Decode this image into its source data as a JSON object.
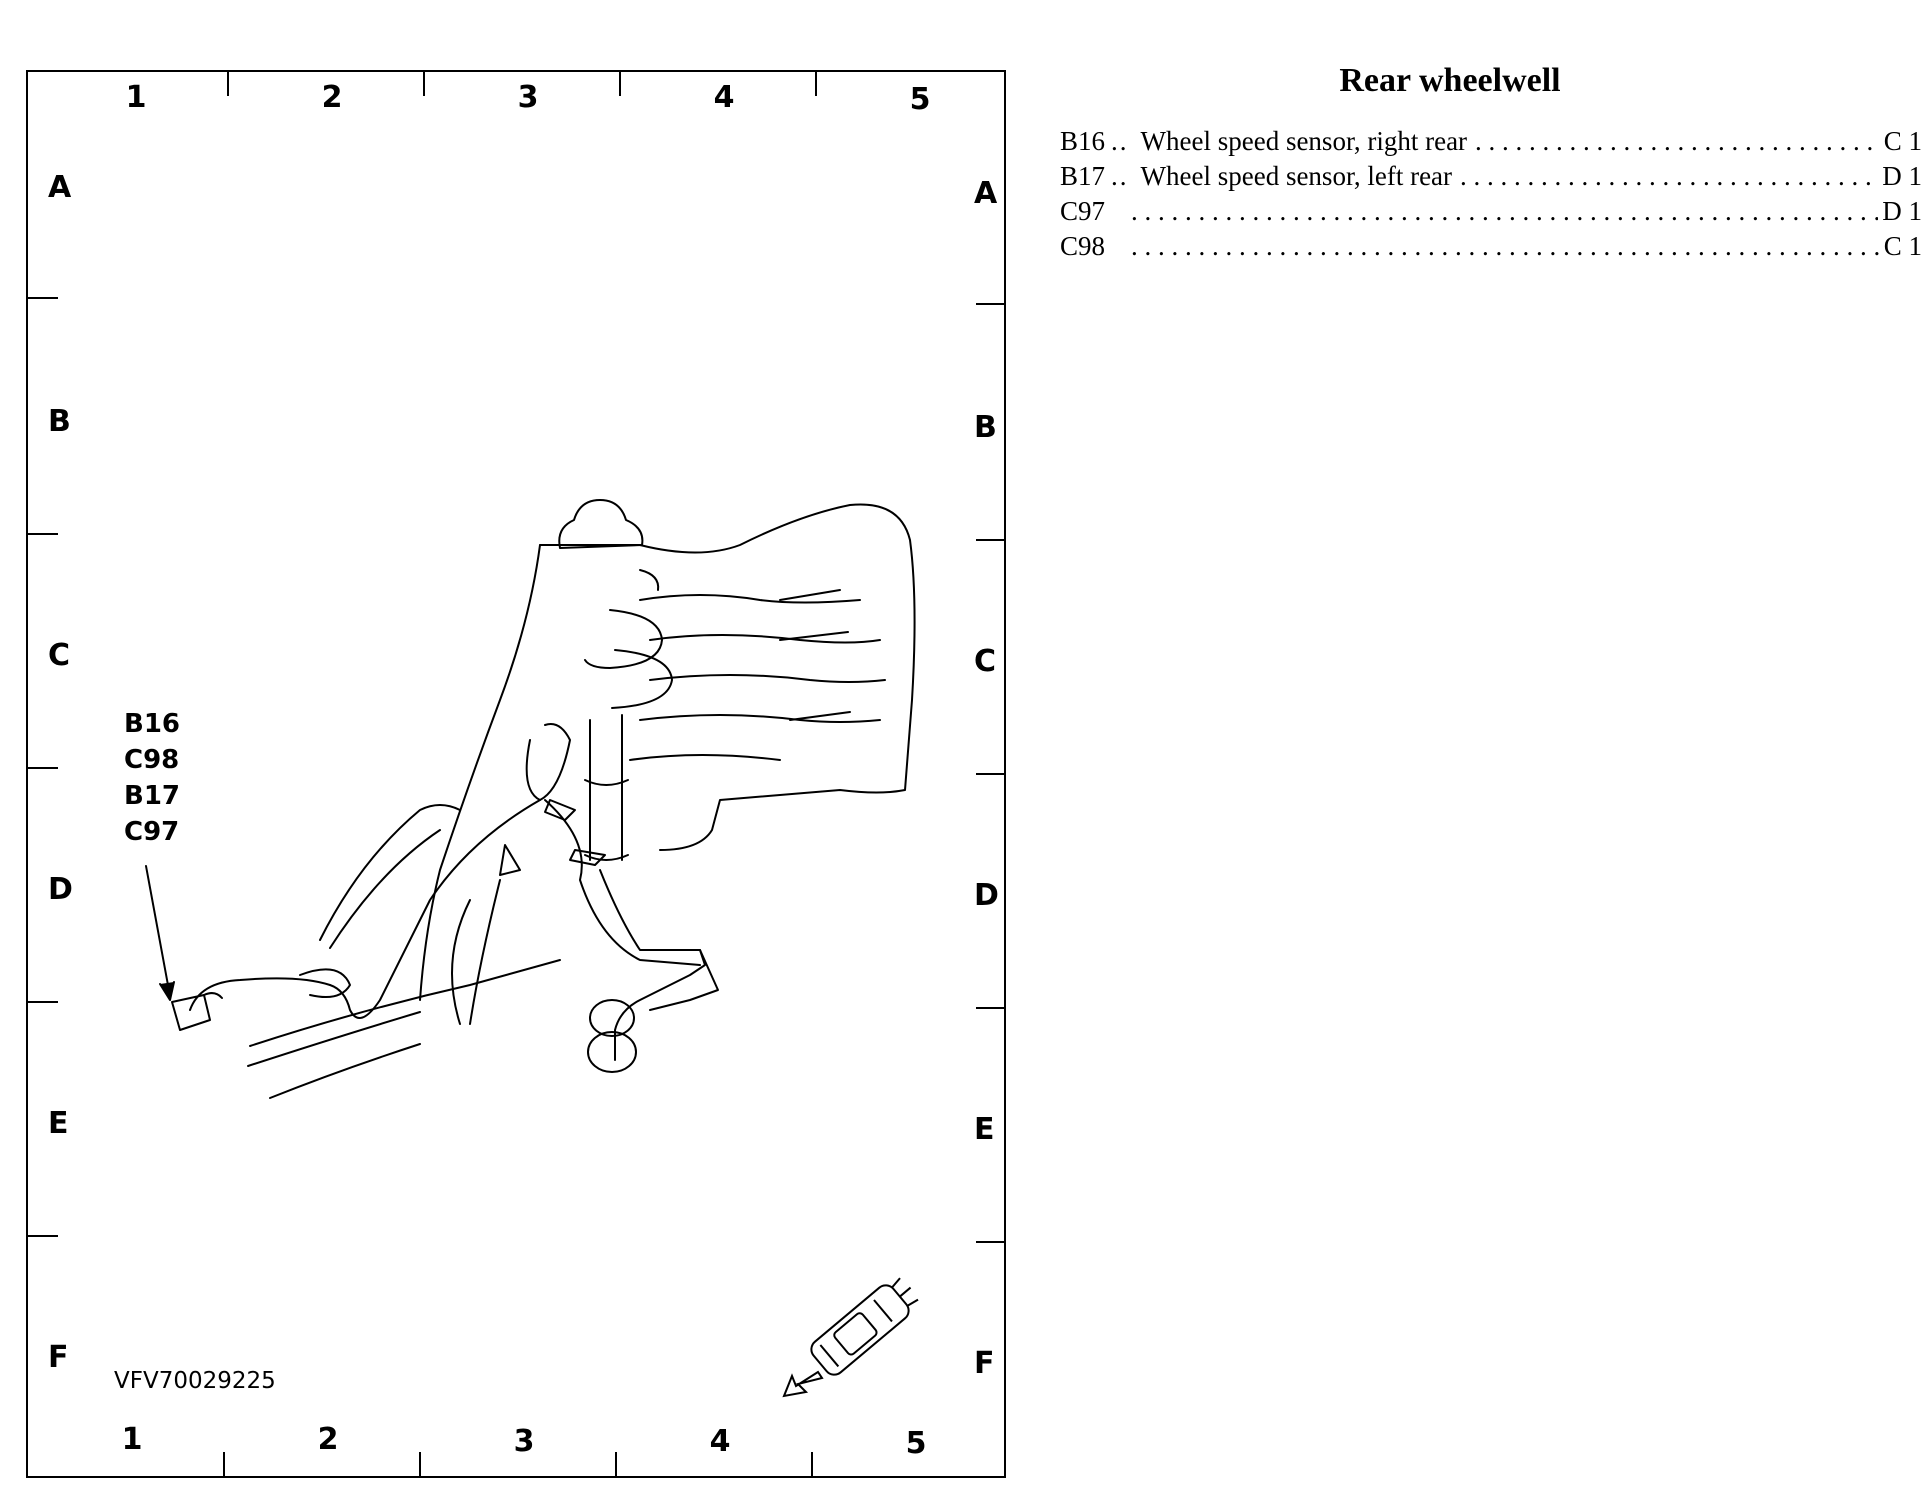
{
  "figure": {
    "column_labels": [
      "1",
      "2",
      "3",
      "4",
      "5"
    ],
    "row_labels": [
      "A",
      "B",
      "C",
      "D",
      "E",
      "F"
    ],
    "callout_labels": [
      "B16",
      "C98",
      "B17",
      "C97"
    ],
    "figure_id": "VFV70029225",
    "icons": [
      "vehicle-orientation-icon",
      "direction-arrow-icon"
    ]
  },
  "index": {
    "title": "Rear wheelwell",
    "entries": [
      {
        "code": "B16",
        "sep": "..",
        "description": "Wheel speed sensor, right rear",
        "location": "C 1"
      },
      {
        "code": "B17",
        "sep": "..",
        "description": "Wheel speed sensor, left rear",
        "location": "D 1"
      },
      {
        "code": "C97",
        "sep": "",
        "description": "",
        "location": "D 1"
      },
      {
        "code": "C98",
        "sep": "",
        "description": "",
        "location": "C 1"
      }
    ]
  }
}
